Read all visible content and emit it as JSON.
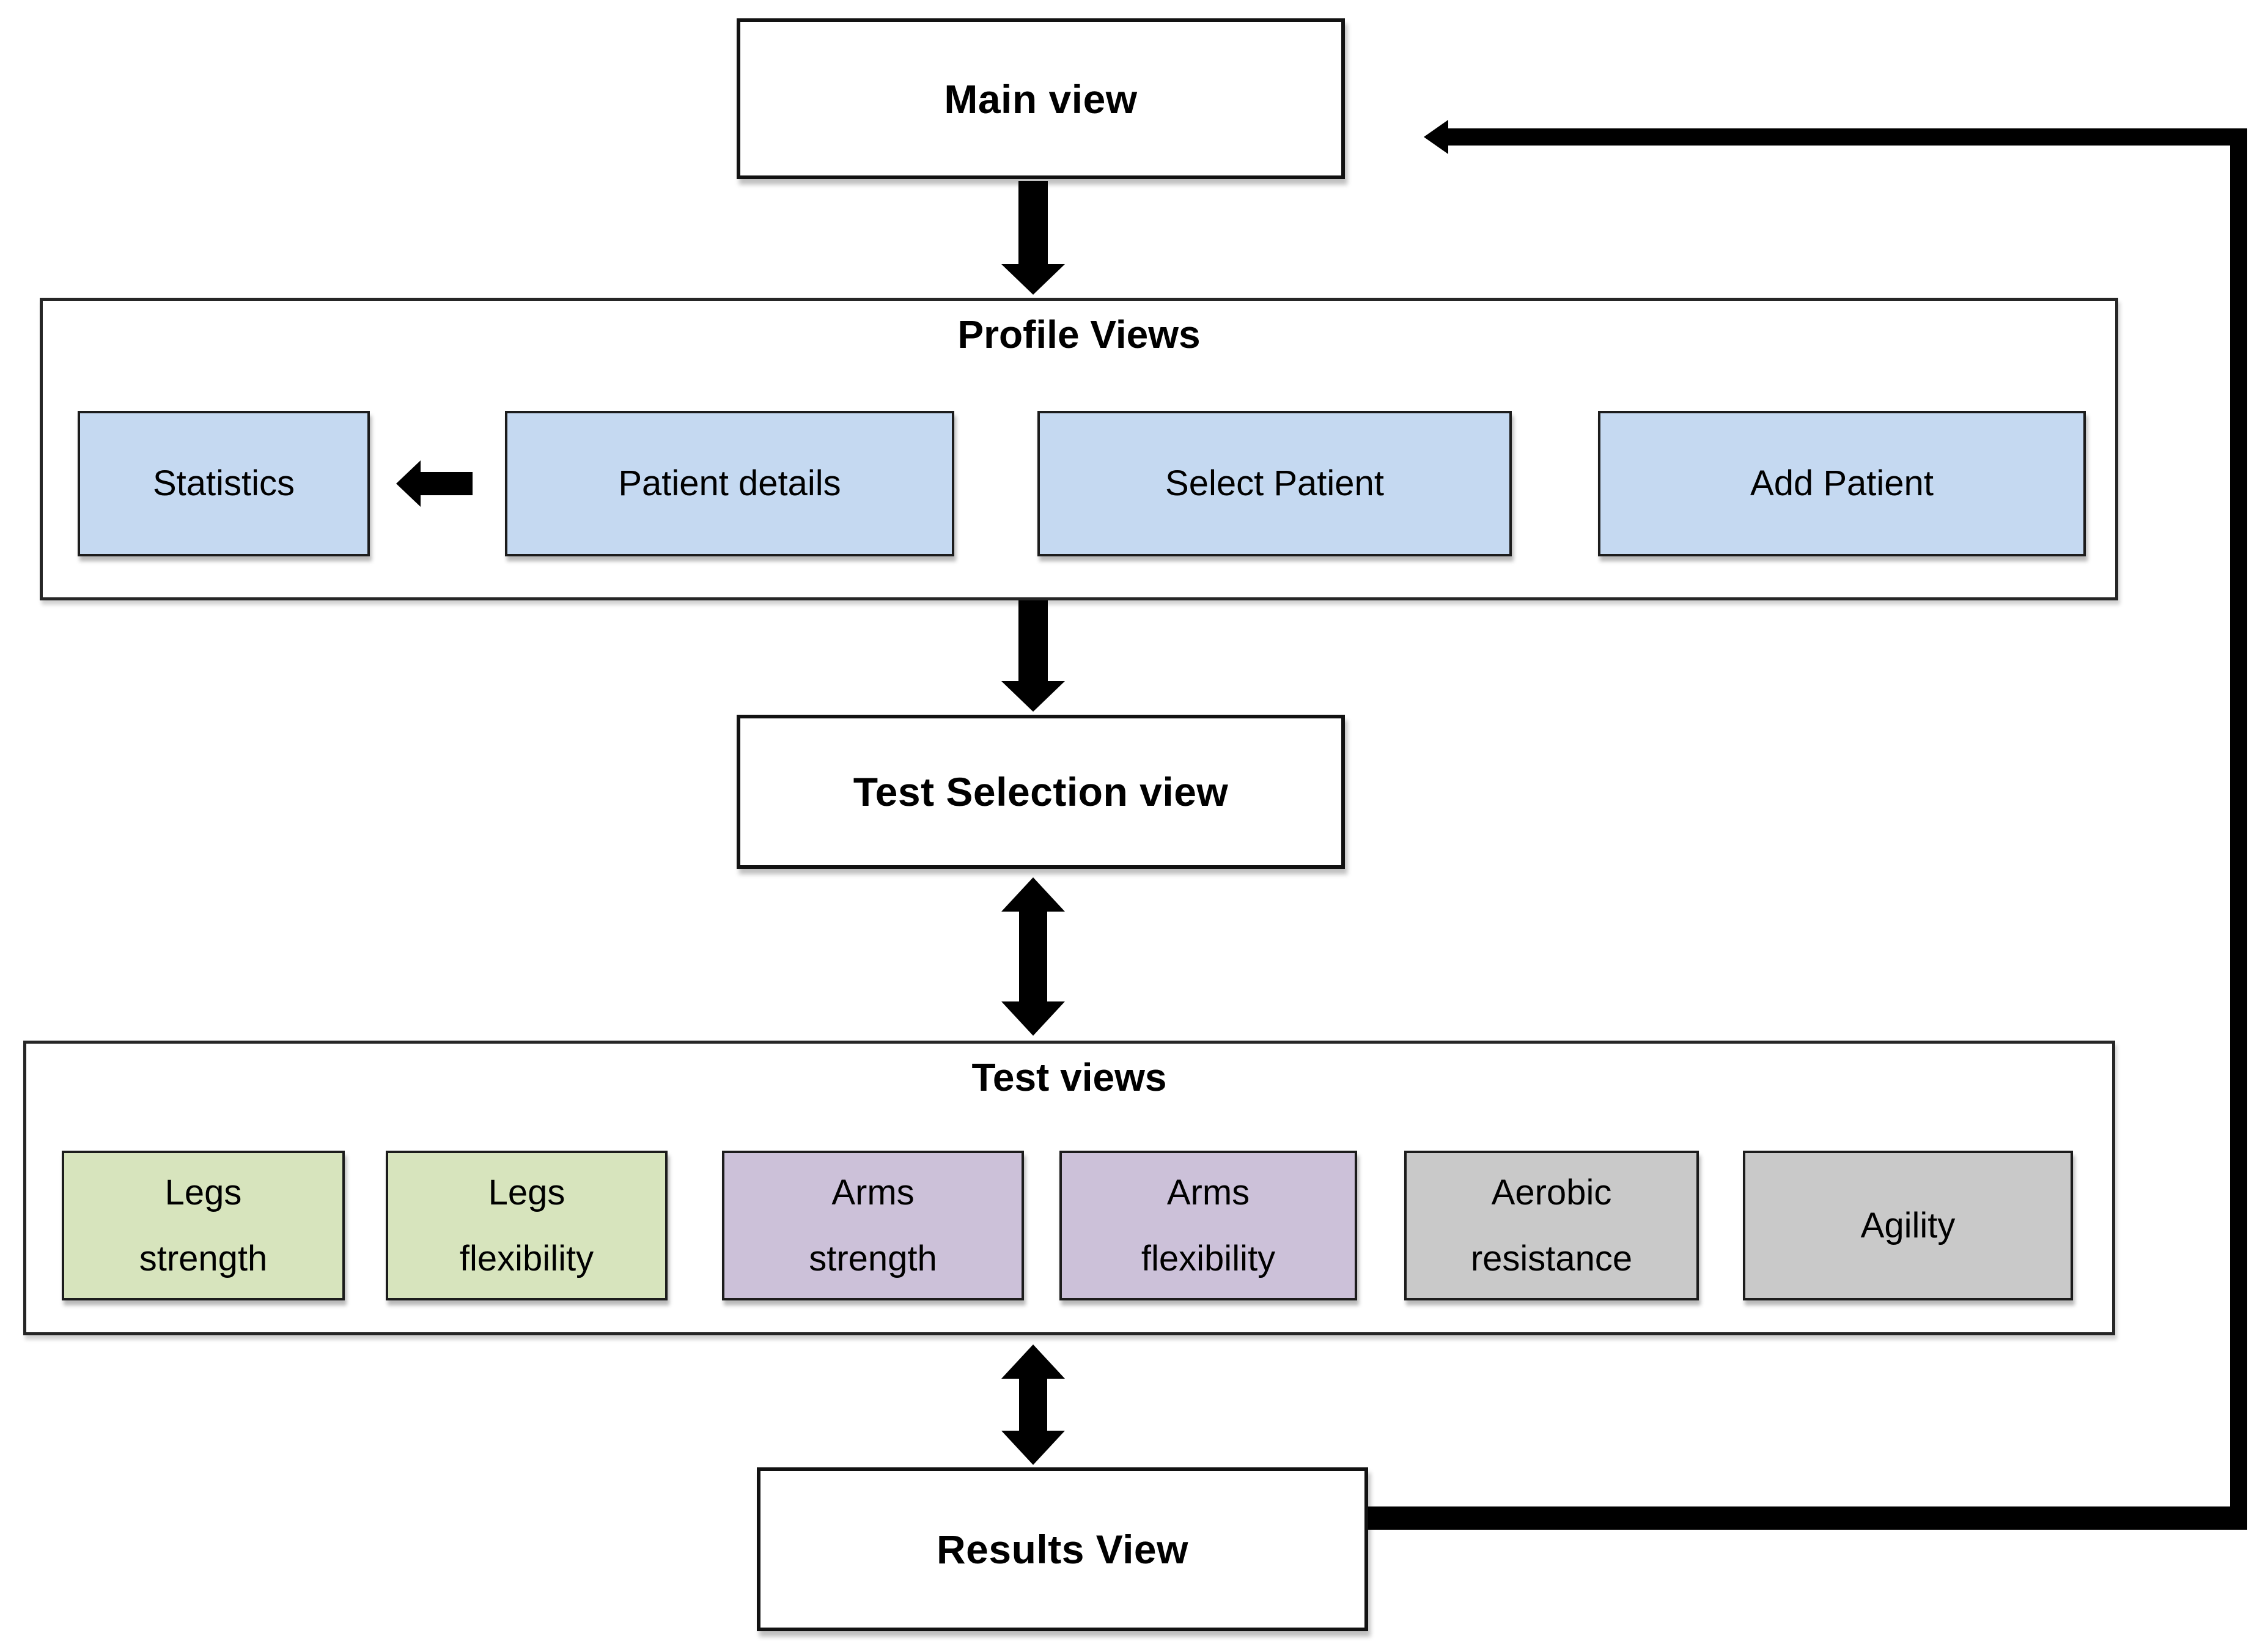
{
  "diagram": {
    "main_view": {
      "label": "Main view"
    },
    "profile_views": {
      "title": "Profile Views",
      "boxes": [
        {
          "label": "Statistics"
        },
        {
          "label": "Patient details"
        },
        {
          "label": "Select Patient"
        },
        {
          "label": "Add Patient"
        }
      ]
    },
    "test_selection": {
      "label": "Test Selection view"
    },
    "test_views": {
      "title": "Test views",
      "boxes": [
        {
          "label": "Legs\nstrength",
          "color_key": "green"
        },
        {
          "label": "Legs\nflexibility",
          "color_key": "green"
        },
        {
          "label": "Arms\nstrength",
          "color_key": "purple"
        },
        {
          "label": "Arms\nflexibility",
          "color_key": "purple"
        },
        {
          "label": "Aerobic\nresistance",
          "color_key": "gray"
        },
        {
          "label": "Agility",
          "color_key": "gray"
        }
      ]
    },
    "results_view": {
      "label": "Results View"
    },
    "colors": {
      "blue": "#c5d9f1",
      "green": "#d7e4bd",
      "purple": "#ccc1d9",
      "gray": "#c9c9c9",
      "line": "#000000"
    }
  }
}
